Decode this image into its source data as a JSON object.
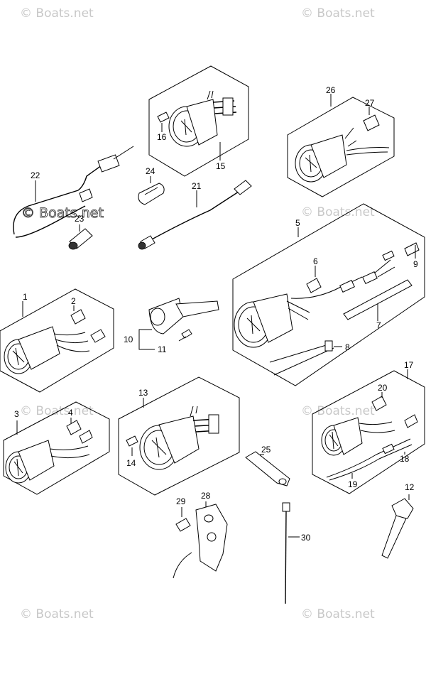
{
  "watermarks": {
    "text": "© Boats.net",
    "strong_text": "© Boats.net"
  },
  "callouts": [
    {
      "id": "c1",
      "label": "1"
    },
    {
      "id": "c2",
      "label": "2"
    },
    {
      "id": "c3",
      "label": "3"
    },
    {
      "id": "c4",
      "label": "4"
    },
    {
      "id": "c5",
      "label": "5"
    },
    {
      "id": "c6",
      "label": "6"
    },
    {
      "id": "c7",
      "label": "7"
    },
    {
      "id": "c8",
      "label": "8"
    },
    {
      "id": "c9",
      "label": "9"
    },
    {
      "id": "c10",
      "label": "10"
    },
    {
      "id": "c11",
      "label": "11"
    },
    {
      "id": "c12",
      "label": "12"
    },
    {
      "id": "c13",
      "label": "13"
    },
    {
      "id": "c14",
      "label": "14"
    },
    {
      "id": "c15",
      "label": "15"
    },
    {
      "id": "c16",
      "label": "16"
    },
    {
      "id": "c17",
      "label": "17"
    },
    {
      "id": "c18",
      "label": "18"
    },
    {
      "id": "c19",
      "label": "19"
    },
    {
      "id": "c20",
      "label": "20"
    },
    {
      "id": "c21",
      "label": "21"
    },
    {
      "id": "c22",
      "label": "22"
    },
    {
      "id": "c23",
      "label": "23"
    },
    {
      "id": "c24",
      "label": "24"
    },
    {
      "id": "c25",
      "label": "25"
    },
    {
      "id": "c26",
      "label": "26"
    },
    {
      "id": "c27",
      "label": "27"
    },
    {
      "id": "c28",
      "label": "28"
    },
    {
      "id": "c29",
      "label": "29"
    },
    {
      "id": "c30",
      "label": "30"
    }
  ]
}
